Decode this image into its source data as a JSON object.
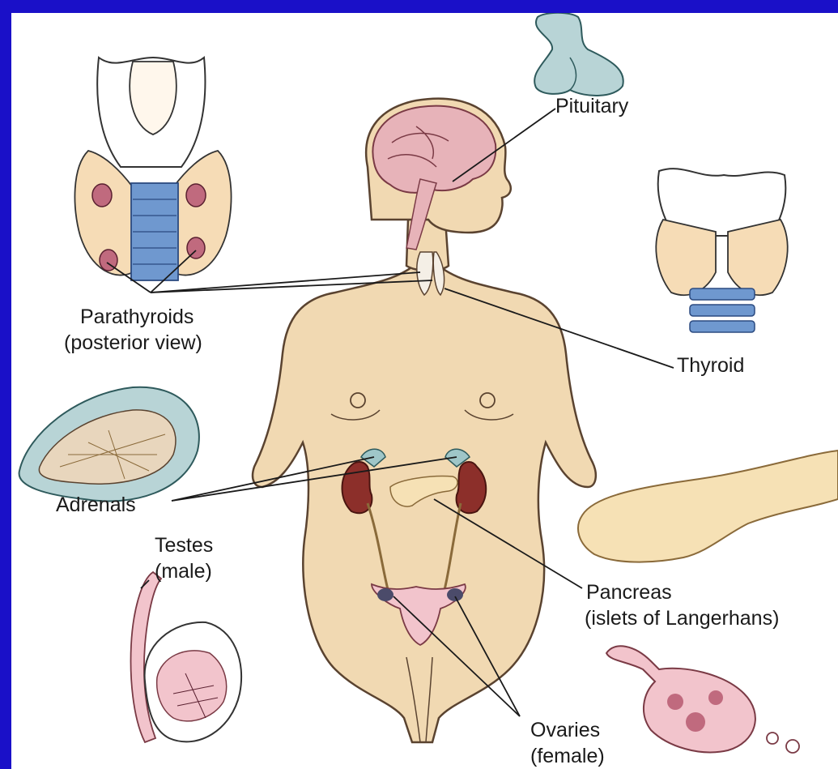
{
  "labels": {
    "pituitary": "Pituitary",
    "parathyroids_line1": "Parathyroids",
    "parathyroids_line2": "(posterior view)",
    "thyroid": "Thyroid",
    "adrenals": "Adrenals",
    "testes_line1": "Testes",
    "testes_line2": "(male)",
    "pancreas_line1": "Pancreas",
    "pancreas_line2": "(islets of Langerhans)",
    "ovaries_line1": "Ovaries",
    "ovaries_line2": "(female)"
  },
  "colors": {
    "frame": "#1a10c8",
    "background": "#ffffff",
    "skin": "#f1d9b2",
    "skin_outline": "#5a4330",
    "brain": "#e7b3b9",
    "kidney": "#8c2f2a",
    "adrenal_cap": "#9fc6c8",
    "pancreas": "#f6e1b5",
    "uterus": "#f2c4cc",
    "cartilage": "#ffffff",
    "trachea_blue": "#6f98cf",
    "leader_line": "#1a1a1a"
  }
}
